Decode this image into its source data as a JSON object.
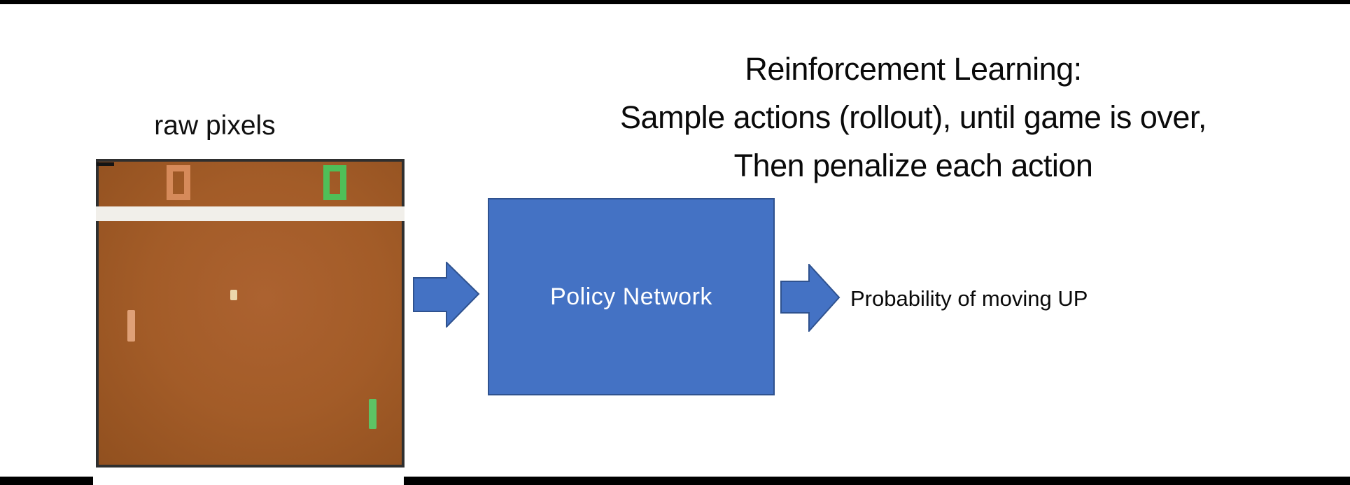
{
  "headline": {
    "line1": "Reinforcement Learning:",
    "line2": "Sample actions (rollout), until game is over,",
    "line3": "Then penalize each action"
  },
  "pipeline": {
    "input_label": "raw pixels",
    "policy_box_label": "Policy Network",
    "output_label": "Probability of moving UP"
  },
  "icons": {
    "input_arrow": "right-arrow-icon",
    "output_arrow": "right-arrow-icon"
  },
  "colors": {
    "diagram_blue": "#4472C4",
    "diagram_blue_border": "#2F528F",
    "pong_field_brown": "#A35C28",
    "pong_frame_dark": "#2F2F2F",
    "pong_wall_stripe": "#F1EFEA",
    "pong_score_orange": "#D68A5A",
    "pong_paddle_orange": "#DFA077",
    "pong_score_green": "#4FBF58",
    "pong_paddle_green": "#5DC364",
    "pong_ball_cream": "#EBD7AC",
    "edge_bar_black": "#000000"
  }
}
